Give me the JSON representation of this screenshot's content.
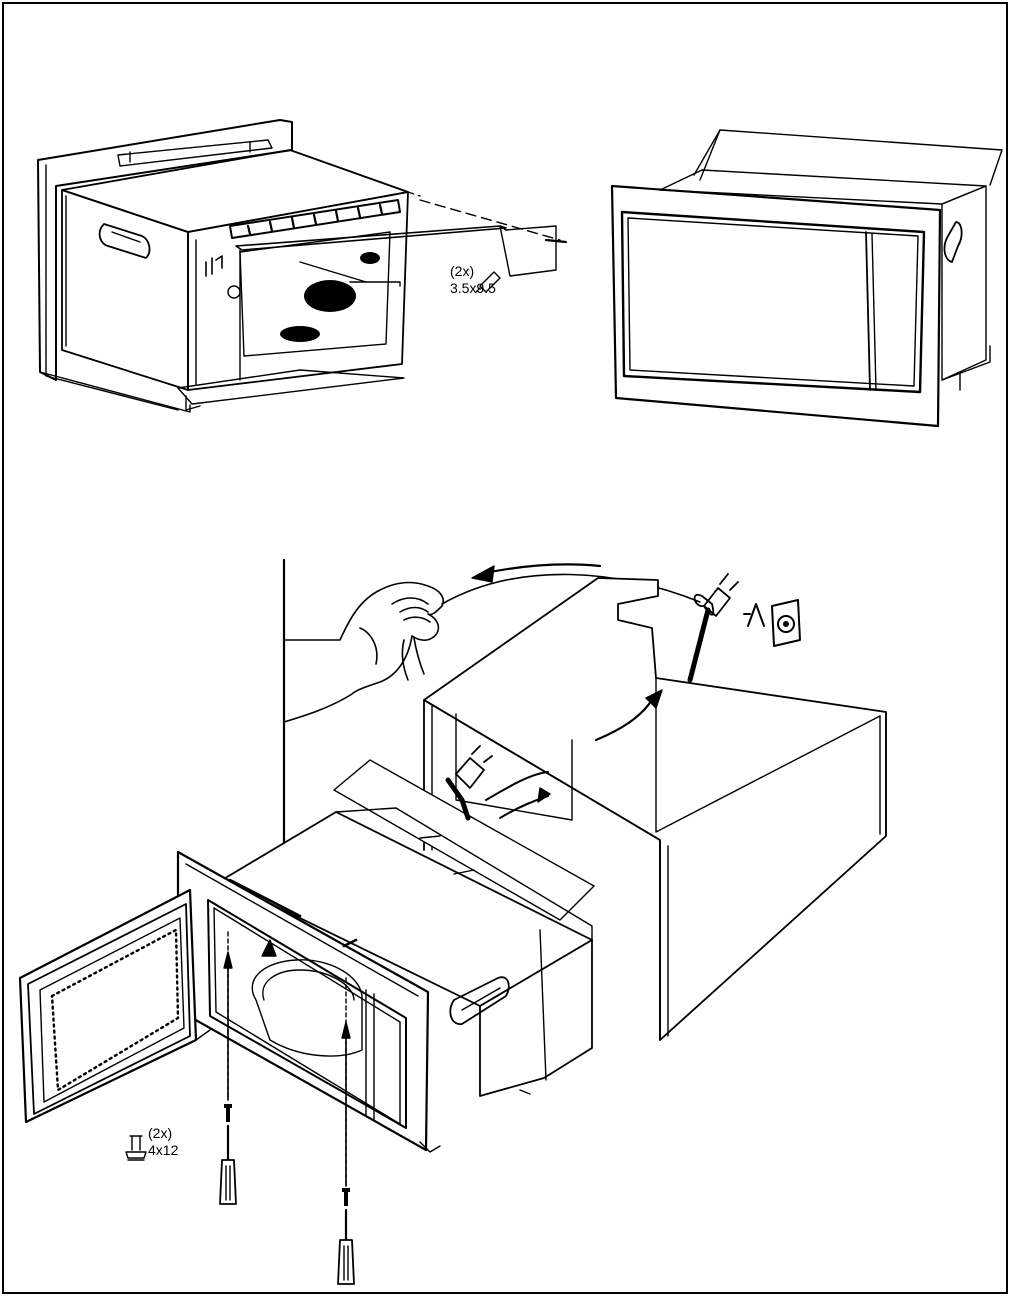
{
  "figure": {
    "top_assembly": {
      "screw_count": "(2x)",
      "screw_size": "3.5x9.5",
      "screw_icon": "screw-icon"
    },
    "bottom_assembly": {
      "screw_count": "(2x)",
      "screw_size": "4x12",
      "screw_icon": "screw-icon"
    },
    "cable_icons": [
      "plug-icon",
      "earth-symbol-icon",
      "socket-icon"
    ],
    "line_color": "#000000",
    "background_color": "#ffffff"
  }
}
